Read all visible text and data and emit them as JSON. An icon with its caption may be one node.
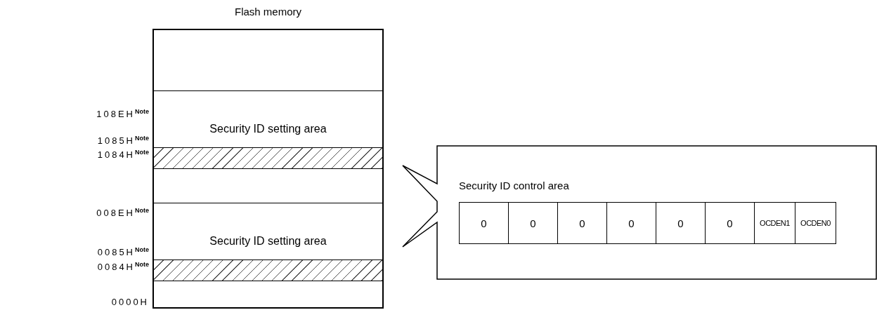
{
  "diagram": {
    "nodes": [
      {
        "text": [
          "Flash memory"
        ]
      },
      {
        "text": [
          "Security ID setting area"
        ],
        "in": 0
      },
      {
        "text": [],
        "shape": "bar",
        "in": 0
      },
      {
        "text": [
          "Security ID setting area"
        ],
        "in": 0
      },
      {
        "text": [],
        "shape": "bar",
        "in": 0
      },
      {
        "text": [
          "Security ID control area"
        ]
      },
      {
        "text": [
          "0"
        ],
        "in": 5
      },
      {
        "text": [
          "0"
        ],
        "in": 5
      },
      {
        "text": [
          "0"
        ],
        "in": 5
      },
      {
        "text": [
          "0"
        ],
        "in": 5
      },
      {
        "text": [
          "0"
        ],
        "in": 5
      },
      {
        "text": [
          "0"
        ],
        "in": 5
      },
      {
        "text": [
          "OCDEN1"
        ],
        "in": 5
      },
      {
        "text": [
          "OCDEN0"
        ],
        "in": 5
      }
    ],
    "edges": [],
    "labels": [
      "108EH$^{Note}$",
      "1085H$^{Note}$",
      "1084H$^{Note}$",
      "008EH$^{Note}$",
      "0085H$^{Note}$",
      "0084H$^{Note}$",
      "0000H"
    ]
  }
}
